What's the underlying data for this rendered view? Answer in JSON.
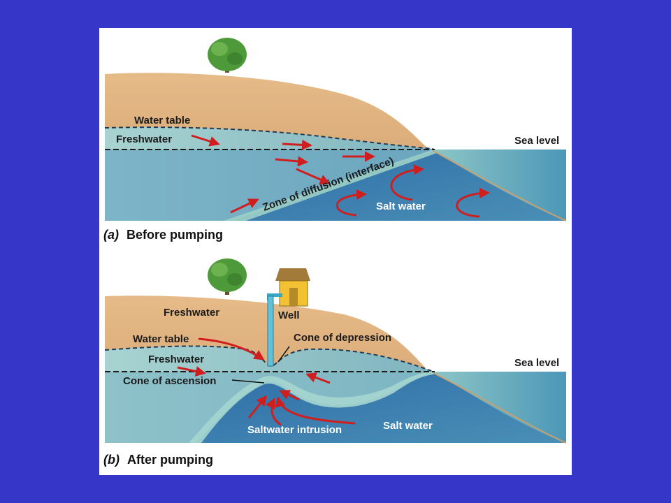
{
  "panel_a": {
    "labels": {
      "water_table": "Water table",
      "freshwater": "Freshwater",
      "sea_level": "Sea level",
      "zone": "Zone of diffusion (interface)",
      "salt_water": "Salt water"
    },
    "caption_letter": "(a)",
    "caption": "Before pumping"
  },
  "panel_b": {
    "labels": {
      "freshwater_top": "Freshwater",
      "well": "Well",
      "water_table": "Water table",
      "cone_depression": "Cone of depression",
      "freshwater_mid": "Freshwater",
      "sea_level": "Sea level",
      "cone_ascension": "Cone of ascension",
      "saltwater_intrusion": "Saltwater intrusion",
      "salt_water": "Salt water"
    },
    "caption_letter": "(b)",
    "caption": "After pumping"
  },
  "colors": {
    "background": "#3636c8",
    "land": "#dcae7c",
    "freshwater": "#97c7c7",
    "salt_water": "#3f7fae",
    "arrows": "#d01e1e",
    "tree": "#4e9a3a",
    "house": "#f2c233"
  }
}
